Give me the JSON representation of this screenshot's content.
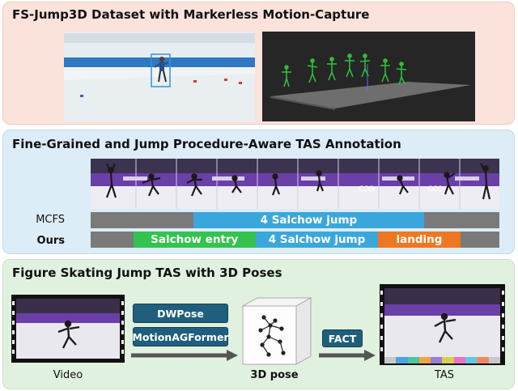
{
  "panels": {
    "p1": {
      "title": "FS-Jump3D Dataset with Markerless Motion-Capture"
    },
    "p2": {
      "title": "Fine-Grained and Jump Procedure-Aware TAS Annotation",
      "rows": [
        {
          "label": "MCFS",
          "segments": [
            {
              "label": "",
              "color": "#7a7a7a",
              "start": 0.0,
              "end": 0.252
            },
            {
              "label": "4 Salchow jump",
              "color": "#3aa7dc",
              "start": 0.252,
              "end": 0.815
            },
            {
              "label": "",
              "color": "#7a7a7a",
              "start": 0.815,
              "end": 1.0
            }
          ]
        },
        {
          "label": "Ours",
          "segments": [
            {
              "label": "",
              "color": "#7a7a7a",
              "start": 0.0,
              "end": 0.104
            },
            {
              "label": "Salchow entry",
              "color": "#33c34e",
              "start": 0.104,
              "end": 0.404
            },
            {
              "label": "4 Salchow jump",
              "color": "#3aa7dc",
              "start": 0.404,
              "end": 0.703
            },
            {
              "label": "landing",
              "color": "#ee7722",
              "start": 0.703,
              "end": 0.905
            },
            {
              "label": "",
              "color": "#7a7a7a",
              "start": 0.905,
              "end": 1.0
            }
          ]
        }
      ]
    },
    "p3": {
      "title": "Figure Skating Jump TAS with 3D Poses",
      "buttons": {
        "dwpose": "DWPose",
        "motionagformer": "MotionAGFormer",
        "fact": "FACT"
      },
      "captions": {
        "video": "Video",
        "pose": "3D pose",
        "tas": "TAS"
      },
      "tas_colors": [
        "#c9c9c9",
        "#4aa3e0",
        "#4cc5a0",
        "#f2a43a",
        "#9a7fd1",
        "#d8d04a",
        "#e872c6",
        "#63c7e6",
        "#f08a5d",
        "#c9c9c9"
      ]
    }
  }
}
